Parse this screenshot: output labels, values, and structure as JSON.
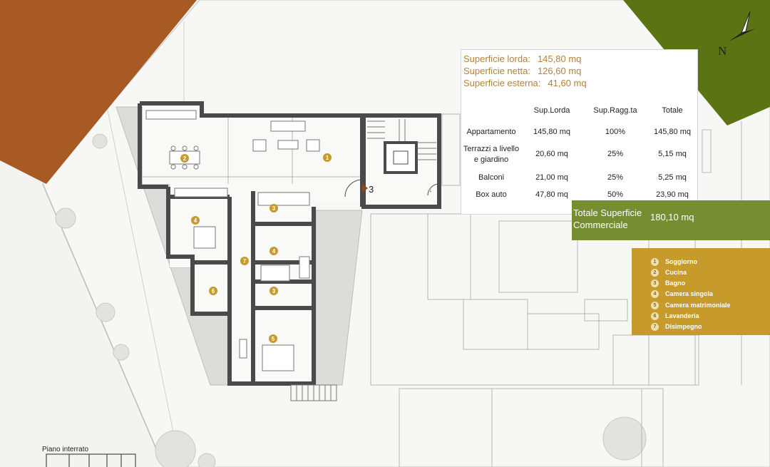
{
  "colors": {
    "brown": "#a85a24",
    "green_corner": "#5b7312",
    "total_green": "#778d32",
    "legend_gold": "#c79a2c",
    "surface_text": "#b3823b",
    "room_marker": "#c79a2c",
    "wall": "#4a4a4a"
  },
  "compass": {
    "letter": "N",
    "icon": "north-arrow-icon"
  },
  "summary": {
    "lines": [
      {
        "label": "Superficie lorda:",
        "value": "145,80 mq"
      },
      {
        "label": "Superficie netta:",
        "value": "126,60 mq"
      },
      {
        "label": "Superficie esterna:",
        "value": "41,60 mq"
      }
    ],
    "headers": [
      "Sup.Lorda",
      "Sup.Ragg.ta",
      "Totale"
    ],
    "rows": [
      {
        "name": "Appartamento",
        "lorda": "145,80 mq",
        "ragg": "100%",
        "totale": "145,80 mq"
      },
      {
        "name_line1": "Terrazzi a livello",
        "name_line2": "e giardino",
        "lorda": "20,60 mq",
        "ragg": "25%",
        "totale": "5,15 mq"
      },
      {
        "name": "Balconi",
        "lorda": "21,00 mq",
        "ragg": "25%",
        "totale": "5,25 mq"
      },
      {
        "name": "Box auto",
        "lorda": "47,80 mq",
        "ragg": "50%",
        "totale": "23,90 mq"
      }
    ]
  },
  "total": {
    "label_line1": "Totale Superficie",
    "label_line2": "Commerciale",
    "value": "180,10 mq"
  },
  "legend": [
    {
      "num": "1",
      "label": "Soggiorno"
    },
    {
      "num": "2",
      "label": "Cucina"
    },
    {
      "num": "3",
      "label": "Bagno"
    },
    {
      "num": "4",
      "label": "Camera singola"
    },
    {
      "num": "5",
      "label": "Camera matrimoniale"
    },
    {
      "num": "6",
      "label": "Lavanderia"
    },
    {
      "num": "7",
      "label": "Disimpegno"
    }
  ],
  "plan": {
    "stair_labels": [
      "3",
      "4"
    ],
    "room_markers": [
      "1",
      "2",
      "3",
      "3",
      "4",
      "4",
      "5",
      "6",
      "7"
    ]
  },
  "footer": {
    "basement_label": "Piano interrato"
  }
}
